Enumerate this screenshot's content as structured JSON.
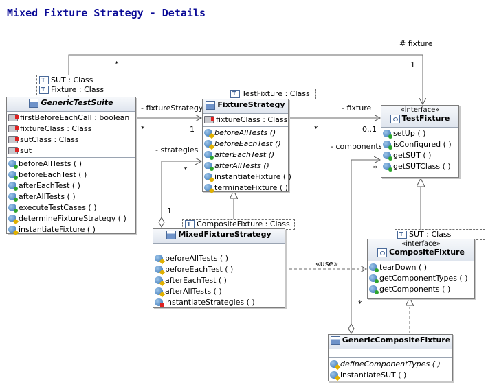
{
  "title": "Mixed Fixture Strategy - Details",
  "classes": {
    "generic_test_suite": {
      "name": "GenericTestSuite",
      "template_params": [
        "SUT : Class",
        "Fixture : Class"
      ],
      "attributes": [
        "firstBeforeEachCall : boolean",
        "fixtureClass : Class",
        "sutClass : Class",
        "sut"
      ],
      "operations": [
        "beforeAllTests ( )",
        "beforeEachTest ( )",
        "afterEachTest ( )",
        "afterAllTests ( )",
        "executeTestCases ( )",
        "determineFixtureStrategy ( )",
        "instantiateFixture ( )"
      ]
    },
    "fixture_strategy": {
      "name": "FixtureStrategy",
      "template_params": [
        "TestFixture : Class"
      ],
      "attributes": [
        "fixtureClass : Class"
      ],
      "operations": [
        "beforeAllTests ()",
        "beforeEachTest ()",
        "afterEachTest ()",
        "afterAllTests ()",
        "instantiateFixture ( )",
        "terminateFixture ( )"
      ]
    },
    "test_fixture": {
      "stereotype": "«interface»",
      "name": "TestFixture",
      "operations": [
        "setUp ( )",
        "isConfigured ( )",
        "getSUT ( )",
        "getSUTClass ( )"
      ]
    },
    "mixed_fixture_strategy": {
      "name": "MixedFixtureStrategy",
      "template_params": [
        "CompositeFixture : Class"
      ],
      "operations": [
        "beforeAllTests ( )",
        "beforeEachTest ( )",
        "afterEachTest ( )",
        "afterAllTests ( )",
        "instantiateStrategies ( )"
      ]
    },
    "composite_fixture": {
      "stereotype": "«interface»",
      "name": "CompositeFixture",
      "template_params": [
        "SUT : Class"
      ],
      "operations": [
        "tearDown ( )",
        "getComponentTypes ( )",
        "getComponents ( )"
      ]
    },
    "generic_composite_fixture": {
      "name": "GenericCompositeFixture",
      "operations": [
        "defineComponentTypes ( )",
        "instantiateSUT ( )"
      ]
    }
  },
  "labels": {
    "fixture_role": "# fixture",
    "top_many": "*",
    "top_one": "1",
    "fixture_strategy_role": "- fixtureStrategy",
    "fs_many": "*",
    "fs_one": "1",
    "fixture_link": "- fixture",
    "fx_many": "*",
    "fx_range": "0..1",
    "strategies_role": "- strategies",
    "st_many": "*",
    "st_one": "1",
    "components_role": "- components",
    "comp_many_top": "*",
    "comp_many_bottom": "*",
    "use": "«use»"
  },
  "colors": {
    "title": "#0a0a96",
    "header_top": "#f6f8fb",
    "header_bottom": "#dfe5ee",
    "border": "#7d7d7d"
  }
}
